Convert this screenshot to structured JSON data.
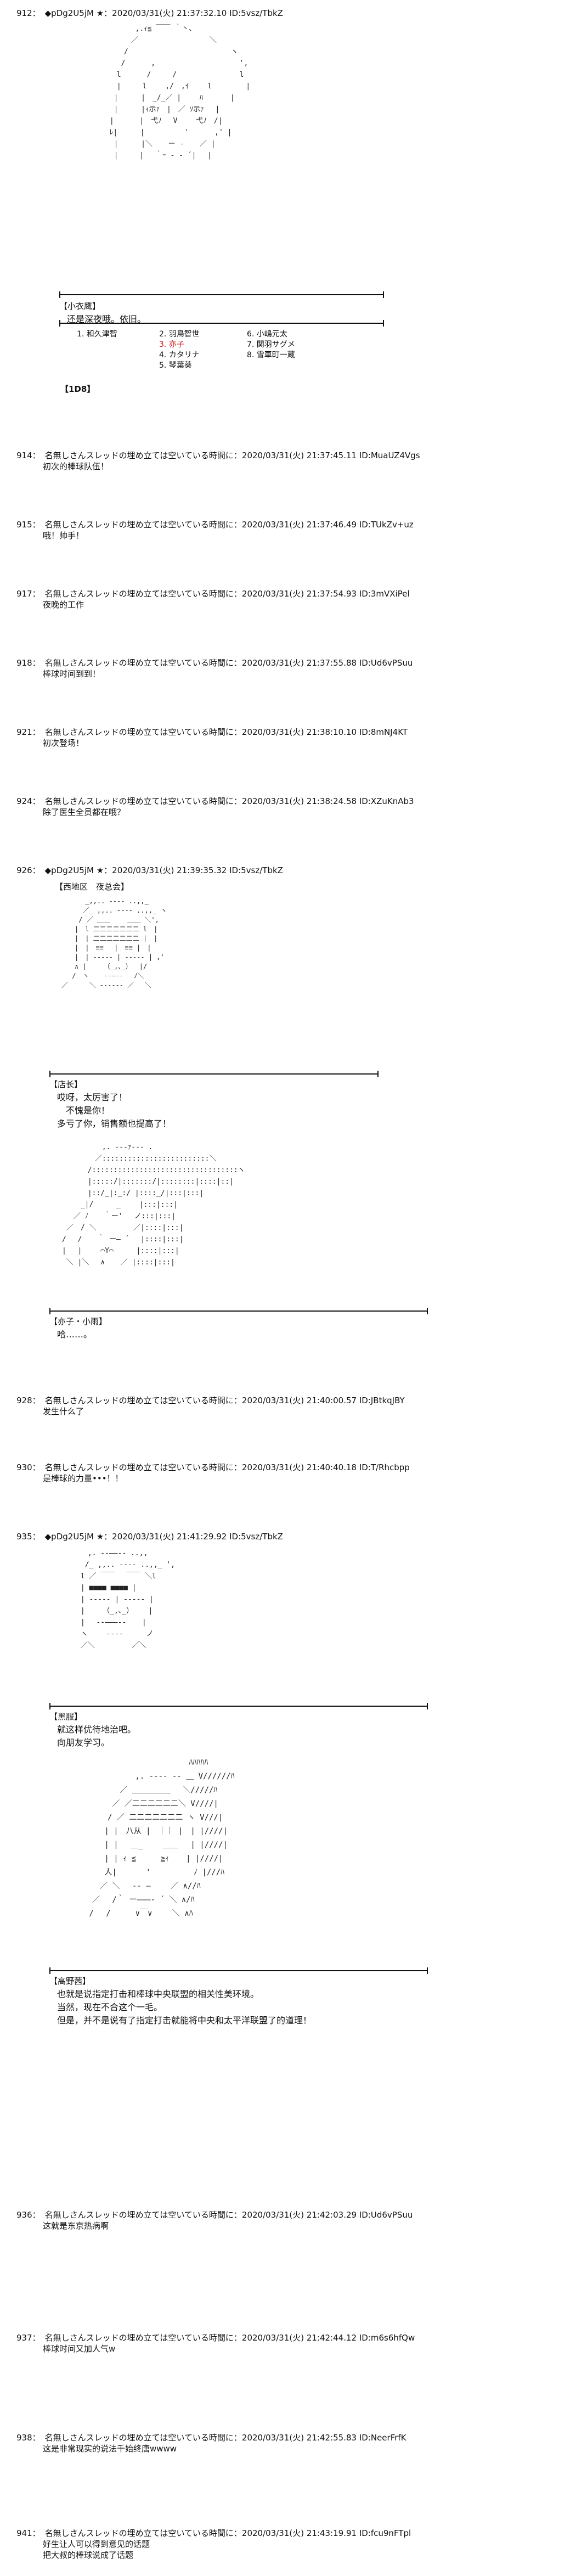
{
  "posts": [
    {
      "num": "912：",
      "name": "◆pDg2U5jM ★",
      "date": "：2020/03/31(火) 21:37:32.10 ID:5vsz/TbkZ",
      "aa": "　　　 　　　　 ,.ｨ≦ ￣￣ ｀丶、\n　　　　　　 　／　　　　　　　　　　＼\n　　　　 　　/　 　 　　　　　　　 　　 　ヽ\n　 　　　 　/　　　 ,　 　　　　　　　　 　 ',\n　　　　　 l　　 　/　　　/　 　　　　 　　 l\n　　　　　 |　　　l　　 ,/　,ｲ　 　l　 　 　 |\n　　　 　 |　 　 |　_/_／ |　 　ﾊ 　 　 |\n　　 　 　|　 　 |ｨ示ｧ　|　／ ｿ示ｧ 　|\n　　　　 |　　 　|　弋ﾉ　 V　　 弋ﾉ　/|\n　　　　 ﾚ|　 　 |　　　　　 '　　　 ,' |\n　　　 　 |　 　 |＼ 　 ー ‐ 　 ／ |\n　　 　 　|　　　|　 ｀ｰ ‐ ‐ ´|　 |",
      "speaker": "【小衣鹰】",
      "lines": [
        "还是深夜哦。依旧。"
      ],
      "list": [
        "1. 和久津智",
        "2. 羽鳥智世",
        "6. 小嶋元太",
        "",
        "3. 亦子",
        "7. 関羽サグメ",
        "",
        "4. カタリナ",
        "8. 雪車町一蔵",
        "",
        "5. 琴葉葵",
        ""
      ],
      "list_row1": [
        "1. 和久津智",
        "2. 羽鳥智世",
        "6. 小嶋元太"
      ],
      "list_row2": [
        "",
        "3. 亦子",
        "7. 関羽サグメ"
      ],
      "list_row3": [
        "",
        "4. カタリナ",
        "8. 雪車町一蔵"
      ],
      "list_row4": [
        "",
        "5. 琴葉葵",
        ""
      ],
      "tag": "【1D8】"
    },
    {
      "num": "914：",
      "name": "名無しさんスレッドの埋め立ては空いている時間に",
      "date": "：2020/03/31(火) 21:37:45.11 ID:MuaUZ4Vgs",
      "text": "初次的棒球队伍！"
    },
    {
      "num": "915：",
      "name": "名無しさんスレッドの埋め立ては空いている時間に",
      "date": "：2020/03/31(火) 21:37:46.49 ID:TUkZv+uz",
      "text": "哦！帅手！"
    },
    {
      "num": "917：",
      "name": "名無しさんスレッドの埋め立ては空いている時間に",
      "date": "：2020/03/31(火) 21:37:54.93 ID:3mVXiPel",
      "text": "夜晚的工作"
    },
    {
      "num": "918：",
      "name": "名無しさんスレッドの埋め立ては空いている時間に",
      "date": "：2020/03/31(火) 21:37:55.88 ID:Ud6vPSuu",
      "text": "棒球时间到到！"
    },
    {
      "num": "921：",
      "name": "名無しさんスレッドの埋め立ては空いている時間に",
      "date": "：2020/03/31(火) 21:38:10.10 ID:8mNJ4KT",
      "text": "初次登场！"
    },
    {
      "num": "924：",
      "name": "名無しさんスレッドの埋め立ては空いている時間に",
      "date": "：2020/03/31(火) 21:38:24.58 ID:XZuKnAb3",
      "text": "除了医生全员都在哦？"
    },
    {
      "num": "926：",
      "name": "◆pDg2U5jM ★",
      "date": "：2020/03/31(火) 21:39:35.32 ID:5vsz/TbkZ",
      "place": "【西地区　夜总会】",
      "aa1": "　　　　 _,,.. -‐‐- ..,,_\n　　 　 ／_ ,,.. -‐‐- ..,,_ ヽ\n　　　 / ／ ＿＿　　 ＿＿ ＼',\n　　　|　l 二二二二二二二 l　|\n　　　|　| 二二二二二二二 |　|\n　　　|　|　≡≡　 |　≡≡ |　|\n　　　|　| ‐‐‐‐‐ | ‐‐‐‐‐ | ,'\n　　　∧ |　　 （_,､_）　 |/\n　　 /　ヽ 　 ‐‐―‐‐ 　ﾉ＼\n　／　 　 ＼ ‐‐‐‐‐‐ ／　 ＼",
      "speaker1": "【店长】",
      "lines1": [
        "哎呀，太厉害了！",
        "　不愧是你！",
        "多亏了你，销售额也提高了！"
      ],
      "aa2": "　　　　　　 ,. -‐‐ｧ-‐- .\n　　　　　 ／:::::::::::::::::::::::::＼\n　　　　 /::::::::::::::::::::::::::::::::::ヽ\n　　　　 |:::::/|:::::::/|::::::::|::::|::|\n　　　　 |::/_|:_:/ |::::_/|:::|:::|\n　　　 _|/ 　　 _　　 |:::|:::|\n　　 ／ ﾉ 　 ｀ー'　 ノ:::|:::|\n　 ／　/ ＼ 　　　　 ／|::::|:::|\n　/ 　/ 　 ｀ ー― ´ 　|::::|:::|\n　|　 |　　 ⌒Y⌒ 　　 |::::|:::|\n　 ＼ |＼　 ∧ 　 ／ |::::|:::|",
      "speaker2": "【亦子・小雨】",
      "lines2": [
        "哈……。"
      ]
    },
    {
      "num": "928：",
      "name": "名無しさんスレッドの埋め立ては空いている時間に",
      "date": "：2020/03/31(火) 21:40:00.57 ID:JBtkqJBY",
      "text": "发生什么了"
    },
    {
      "num": "930：",
      "name": "名無しさんスレッドの埋め立ては空いている時間に",
      "date": "：2020/03/31(火) 21:40:40.18 ID:T/Rhcbpp",
      "text": "是棒球的力量•••！！"
    },
    {
      "num": "935：",
      "name": "◆pDg2U5jM ★",
      "date": "：2020/03/31(火) 21:41:29.92 ID:5vsz/TbkZ",
      "aa1": "　　　　 ,. ‐‐――‐‐ ..,,\n　　 　 /_ ,,.. ‐‐‐‐ ..,,_ ',\n　　　 l ／ ￣￣　 ￣￣ ＼l\n　　 　| ■■■■ ■■■■ |\n　　 　| ‐‐‐‐‐ | ‐‐‐‐‐ |\n　　 　|　　　（_,､_）　　 |\n　 　　|　 ‐‐―――‐‐ 　 |\n　　 　ヽ　　 ‐‐‐‐ 　　 ノ\n　　　 ／＼ 　　　　 ／＼",
      "speaker1": "【黑服】",
      "lines1": [
        "就这样优待地治吧。",
        "向朋友学习。"
      ],
      "aa2": "　　　　　　　　　　　　　　 ﾊﾊﾊﾊﾊ\n　　　　　　　 ,. ‐‐‐‐ ‐‐ ＿ V//////ﾊ\n　　　　　 ／ ＿＿＿＿＿ 　＼/////ﾊ\n　　　　 ／ ／二二二二二二＼ V////|\n　　　　/ ／ 二二二二二二二 ヽ V///|\n　　　 | |　八从 |　｜｜ |　| |////|\n　　　 | |　 ＿_　　 ＿＿ 　| |////|\n　　　 | | ｨ ≦ 　　 ≧ｨ 　 | |////|\n　　　 人| 　 　 '　　　　　 ﾉ |///ﾊ\n　　　／ ＼　 ‐‐ ―　　 ／ ∧//ﾊ\n　　／　 /｀ ー―――‐ ´ ＼ ∧/ﾊ\n　 /　 /　 　 ∨￣∨ 　　＼ ∧ﾊ",
      "speaker2": "【高野茜】",
      "lines2": [
        "也就是说指定打击和棒球中央联盟的相关性美环境。",
        "当然，现在不合这个一毛。",
        "但是，并不是说有了指定打击就能将中央和太平洋联盟了的道理！"
      ]
    },
    {
      "num": "936：",
      "name": "名無しさんスレッドの埋め立ては空いている時間に",
      "date": "：2020/03/31(火) 21:42:03.29 ID:Ud6vPSuu",
      "text": "这就是东京热病啊"
    },
    {
      "num": "937：",
      "name": "名無しさんスレッドの埋め立ては空いている時間に",
      "date": "：2020/03/31(火) 21:42:44.12 ID:m6s6hfQw",
      "text": "棒球时间又加人气w"
    },
    {
      "num": "938：",
      "name": "名無しさんスレッドの埋め立ては空いている時間に",
      "date": "：2020/03/31(火) 21:42:55.83 ID:NeerFrfK",
      "text": "这是非常现实的说法千始终唐wwww"
    },
    {
      "num": "941：",
      "name": "名無しさんスレッドの埋め立ては空いている時間に",
      "date": "：2020/03/31(火) 21:43:19.91 ID:fcu9nFTpl",
      "text": "好生让人可以得到意见的话题",
      "text2": "把大叔的棒球说成了话题"
    }
  ]
}
